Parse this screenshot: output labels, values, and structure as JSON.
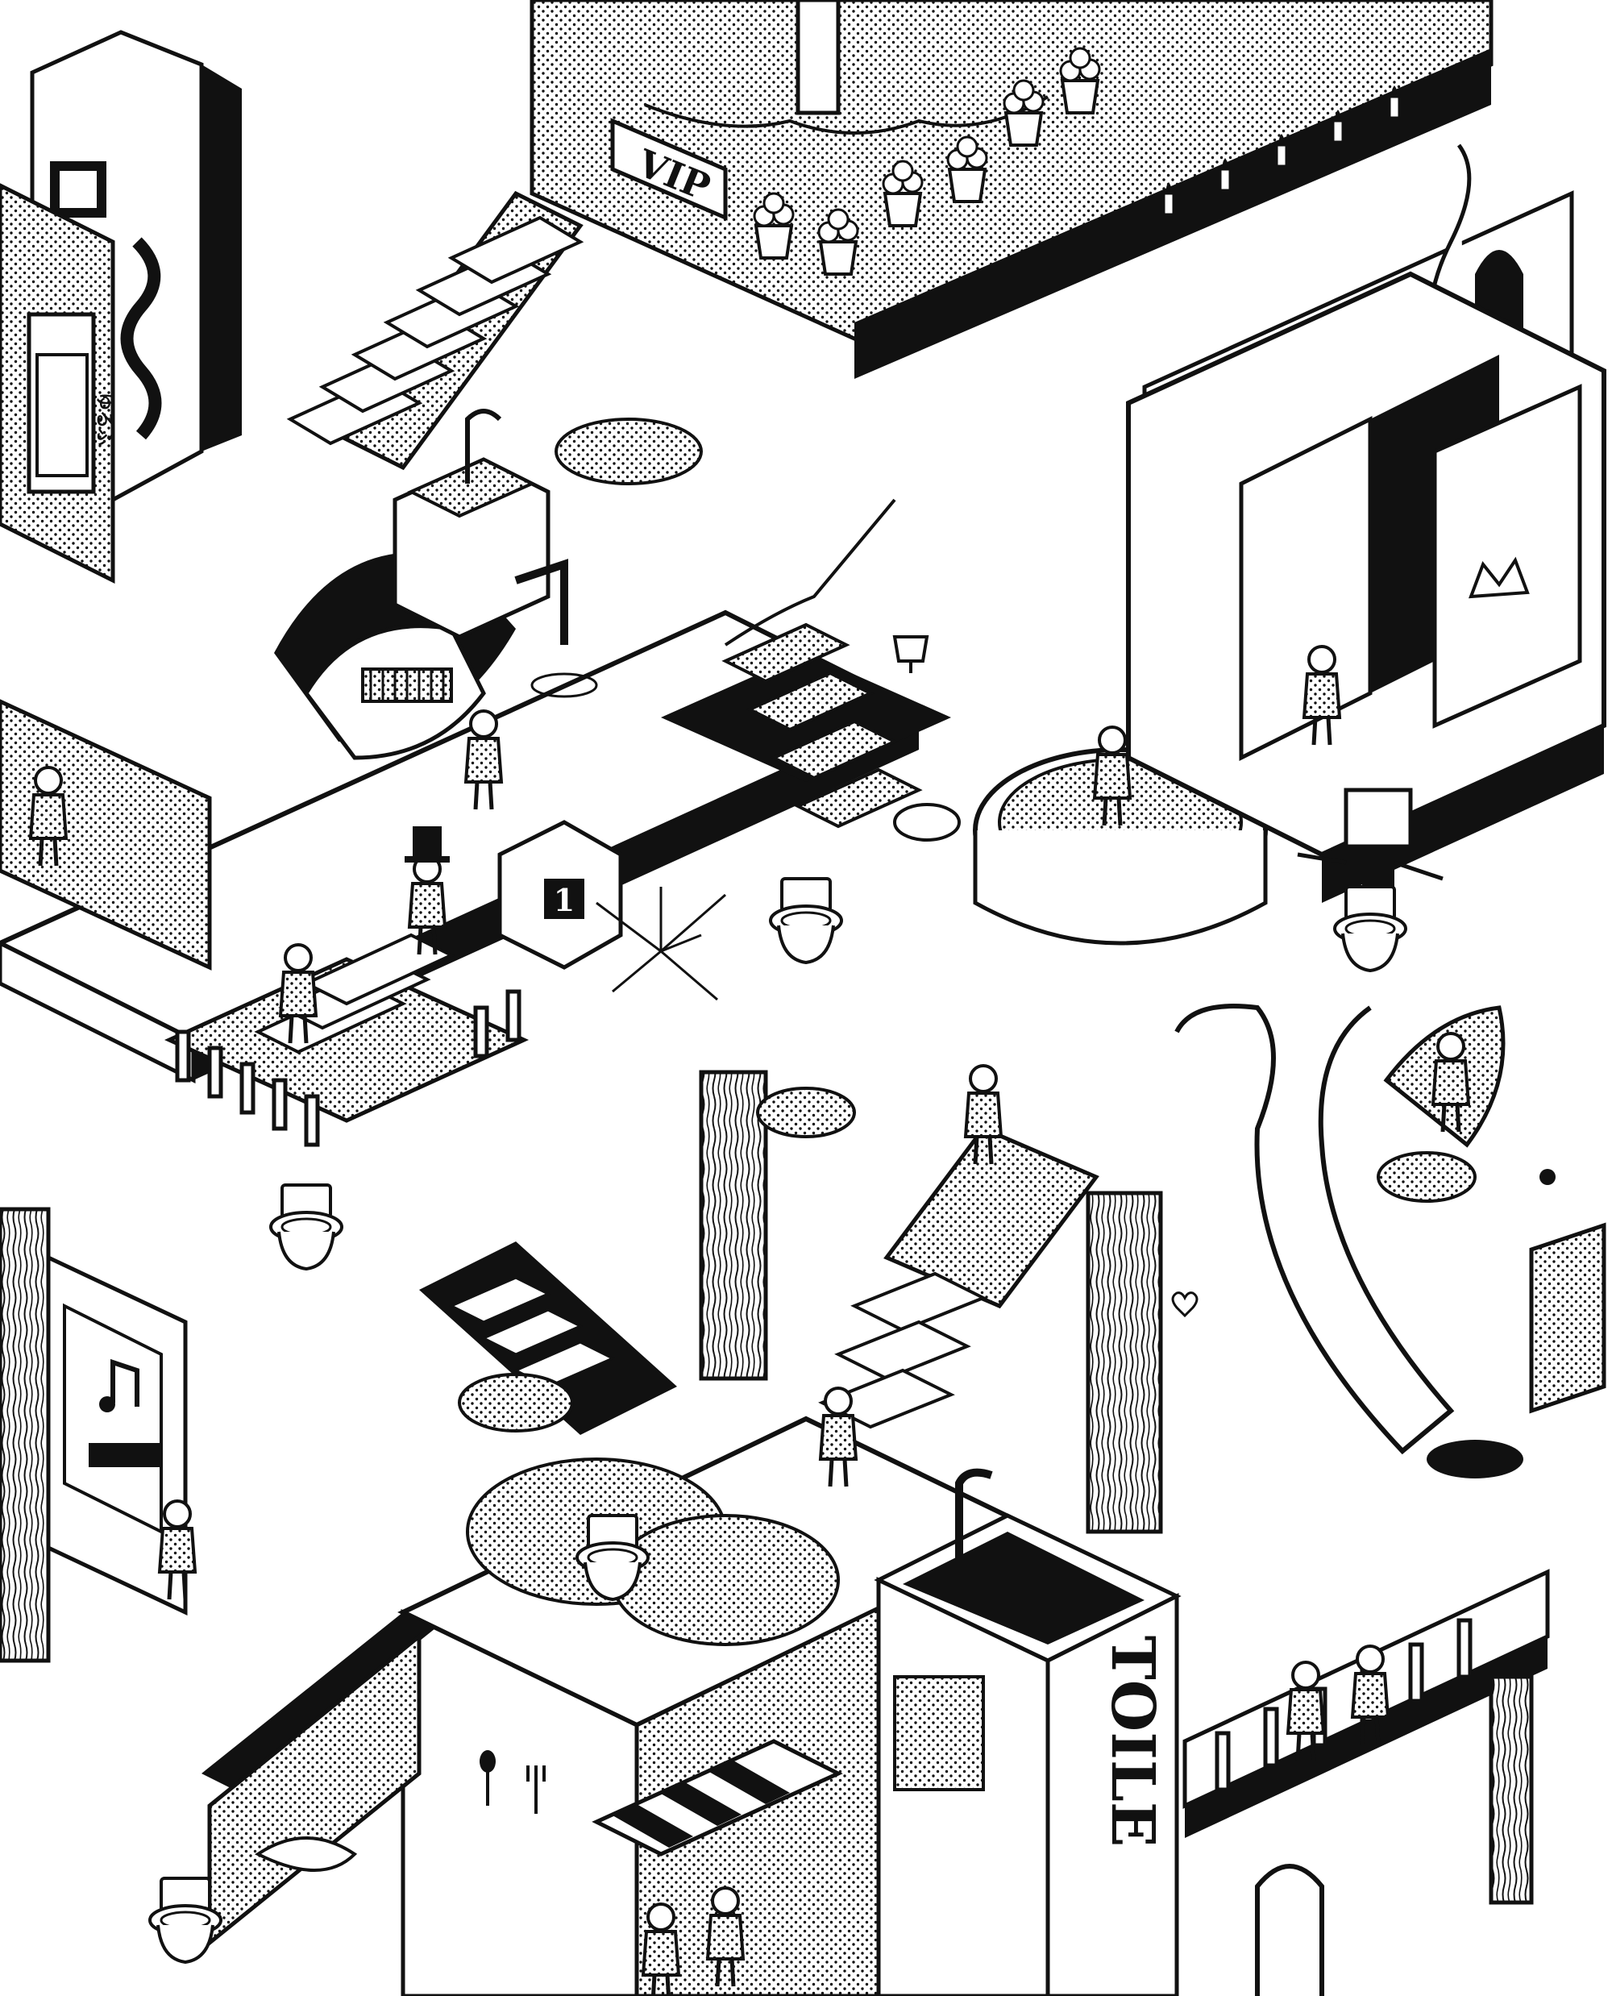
{
  "illustration": {
    "signs": {
      "vip": "VIP",
      "toilet": "TOILE",
      "cabin_number": "1",
      "hanging_scroll": "ゆるふ"
    },
    "colors": {
      "ink": "#111111",
      "paper": "#ffffff"
    },
    "icons": [
      "music-note-icon",
      "crown-icon",
      "fork-icon",
      "spoon-icon",
      "cup-icon",
      "heart-icon",
      "fish-icon",
      "keyhole-icon"
    ]
  }
}
